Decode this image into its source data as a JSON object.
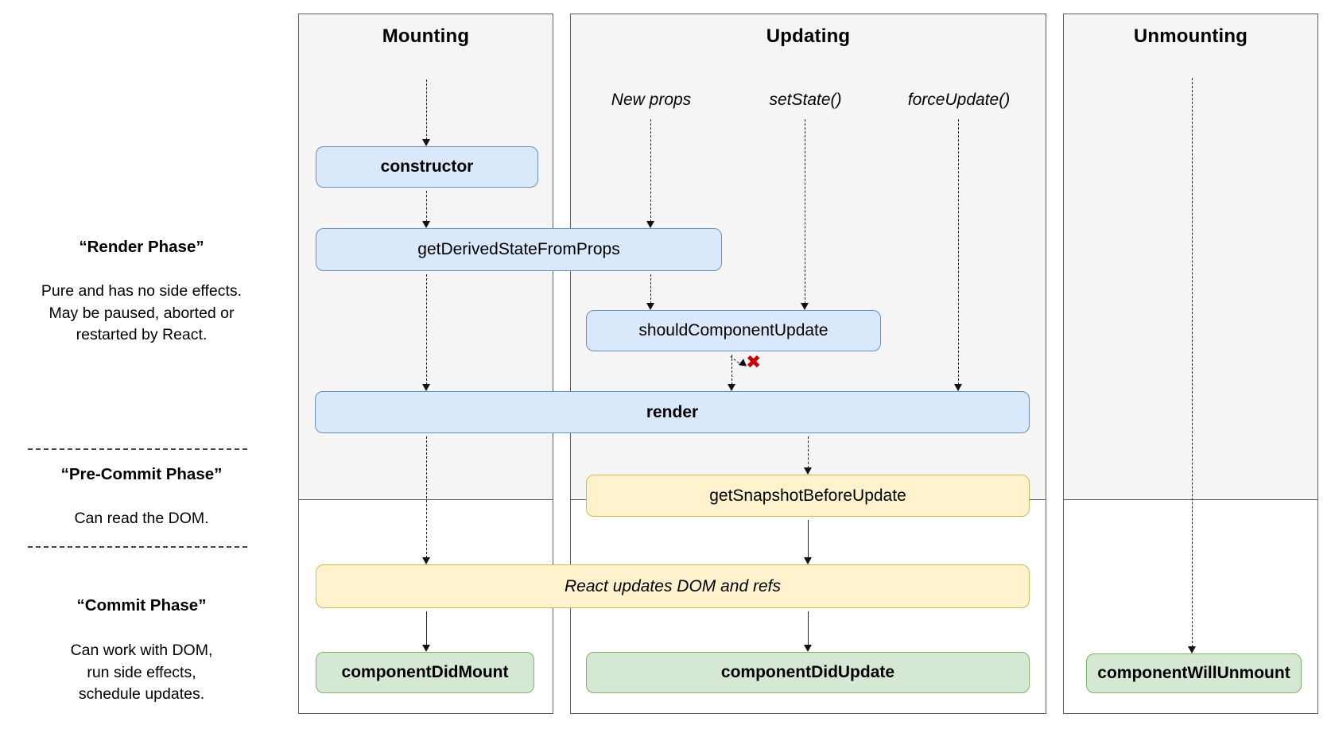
{
  "left_panel": {
    "render_phase": {
      "title": "“Render Phase”",
      "lines": [
        "Pure and has no side effects.",
        "May be paused, aborted or",
        "restarted by React."
      ]
    },
    "pre_commit_phase": {
      "title": "“Pre-Commit Phase”",
      "lines": [
        "Can read the DOM."
      ]
    },
    "commit_phase": {
      "title": "“Commit Phase”",
      "lines": [
        "Can work with DOM,",
        "run side effects,",
        "schedule updates."
      ]
    }
  },
  "columns": {
    "mounting": {
      "title": "Mounting"
    },
    "updating": {
      "title": "Updating",
      "triggers": [
        "New props",
        "setState()",
        "forceUpdate()"
      ]
    },
    "unmounting": {
      "title": "Unmounting"
    }
  },
  "boxes": {
    "constructor": "constructor",
    "get_derived_state_from_props": "getDerivedStateFromProps",
    "should_component_update": "shouldComponentUpdate",
    "render": "render",
    "get_snapshot_before_update": "getSnapshotBeforeUpdate",
    "react_updates_dom": "React updates DOM and refs",
    "component_did_mount": "componentDidMount",
    "component_did_update": "componentDidUpdate",
    "component_will_unmount": "componentWillUnmount"
  },
  "icons": {
    "abort_x": "✖"
  },
  "colors": {
    "box-blue": "#dae8fc",
    "box-blue-border": "#6c8ebf",
    "box-yellow": "#fff2cc",
    "box-yellow-border": "#d6b656",
    "box-green": "#d5e8d4",
    "box-green-border": "#82b366",
    "column-bg": "#f5f5f5",
    "abort-red": "#cc0000"
  }
}
